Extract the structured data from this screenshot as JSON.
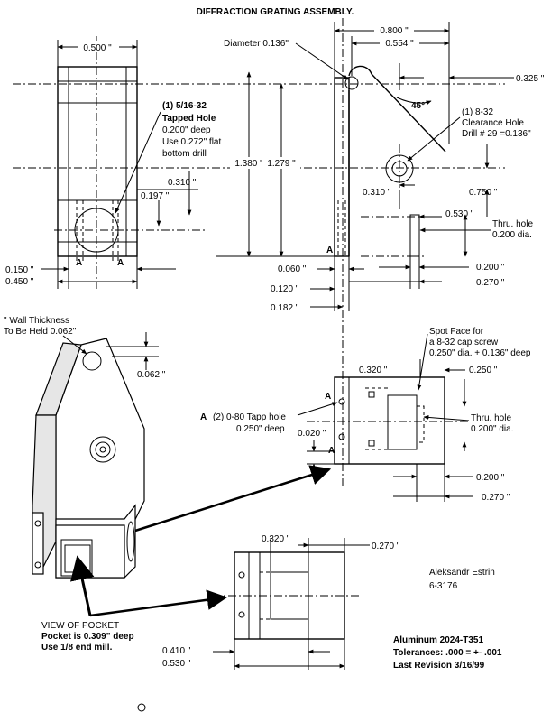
{
  "title": "DIFFRACTION GRATING ASSEMBLY.",
  "dims": {
    "d0500": "0.500 \"",
    "d0800": "0.800 \"",
    "d0554": "0.554 \"",
    "d0325": "0.325 \"",
    "diameter": "Diameter 0.136\"",
    "angle": "45°",
    "d1380": "1.380 \"",
    "d1279": "1.279 \"",
    "d0310a": "0.310 \"",
    "d0197": "0.197 \"",
    "d0310b": "0.310 \"",
    "d0750": "0.750 \"",
    "d0530a": "0.530 \"",
    "d0150": "0.150 \"",
    "d0450": "0.450 \"",
    "d0060": "0.060 \"",
    "d0120": "0.120 \"",
    "d0182": "0.182 \"",
    "d0200a": "0.200 \"",
    "d0270a": "0.270 \"",
    "d0062": "0.062 \"",
    "d0320a": "0.320 \"",
    "d0250": "0.250 \"",
    "d0020": "0.020 \"",
    "d0200b": "0.200 \"",
    "d0270b": "0.270 \"",
    "d0320b": "0.320 \"",
    "d0270c": "0.270 \"",
    "d0410": "0.410 \"",
    "d0530b": "0.530 \""
  },
  "notes": {
    "tapped_l1": "(1) 5/16-32",
    "tapped_l2": "Tapped Hole",
    "tapped_l3": "0.200\" deep",
    "tapped_l4": "Use 0.272\" flat",
    "tapped_l5": "bottom drill",
    "clear_l1": "(1) 8-32",
    "clear_l2": "Clearance Hole",
    "clear_l3": "Drill # 29 =0.136\"",
    "thru1_l1": "Thru. hole",
    "thru1_l2": "0.200 dia.",
    "wall_l1": "\" Wall Thickness",
    "wall_l2": "To Be Held 0.062\"",
    "spot_l1": "Spot Face for",
    "spot_l2": "a 8-32 cap screw",
    "spot_l3": "0.250\" dia. + 0.136\" deep",
    "tapp_l1": "(2) 0-80 Tapp hole",
    "tapp_l2": "0.250\" deep",
    "thru2_l1": "Thru. hole",
    "thru2_l2": "0.200\" dia.",
    "pocket_l1": "VIEW OF POCKET",
    "pocket_l2": "Pocket is 0.309\" deep",
    "pocket_l3": "Use 1/8 end mill."
  },
  "section_label": "A",
  "author": {
    "name": "Aleksandr Estrin",
    "phone": "6-3176"
  },
  "spec": {
    "material": "Aluminum 2024-T351",
    "tolerances": "Tolerances: .000 = +- .001",
    "revision": "Last Revision  3/16/99"
  }
}
